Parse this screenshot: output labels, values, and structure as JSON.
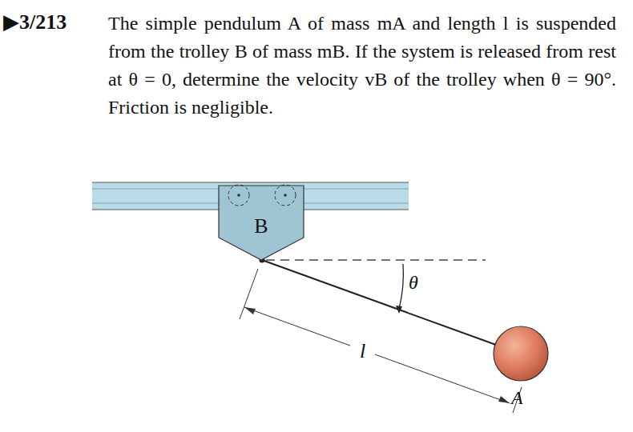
{
  "diagram": {
    "nodes": [
      {
        "text": [
          "B"
        ]
      }
    ],
    "labels": [
      "▶3/213",
      "The simple pendulum A of mass mA and length l is suspended from the trolley B of mass mB. If the system is released from rest at θ = 0, determine the velocity vB of the trolley when θ = 90°. Friction is negligible.",
      "θ",
      "l",
      "A"
    ]
  }
}
